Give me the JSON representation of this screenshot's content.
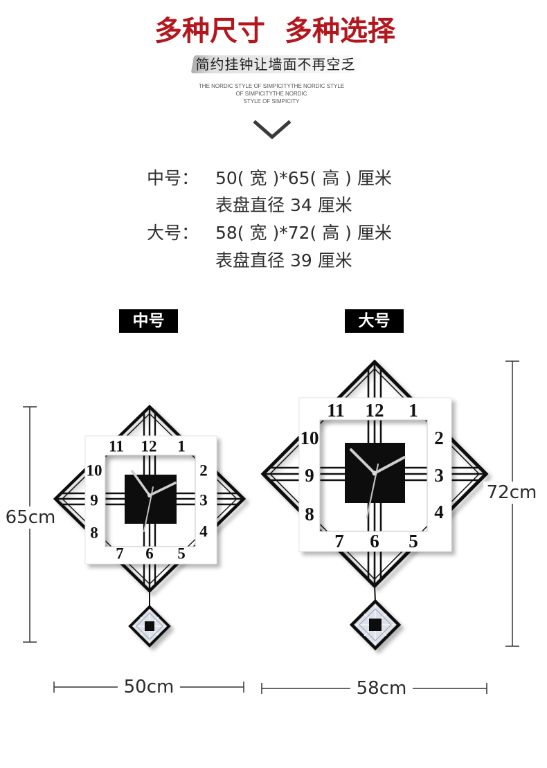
{
  "colors": {
    "title_red": "#b3161c",
    "text_dark": "#2e2e2e",
    "tag_bg": "#000000",
    "tag_text": "#ffffff"
  },
  "header": {
    "title_part1": "多种尺寸",
    "title_part2": "多种选择",
    "subtitle": "简约挂钟让墙面不再空乏",
    "english_lines": [
      "THE NORDIC STYLE OF SIMPICITYTHE NORDIC STYLE",
      "OF SIMPICITYTHE NORDIC",
      "STYLE OF SIMPICITY"
    ],
    "scroll_icon": "chevron-down-icon"
  },
  "specs": [
    {
      "label": "中号：",
      "size": "50( 宽 )*65( 高 ) 厘米",
      "dial": "表盘直径 34 厘米"
    },
    {
      "label": "大号：",
      "size": "58( 宽 )*72( 高 ) 厘米",
      "dial": "表盘直径 39 厘米"
    }
  ],
  "clocks": [
    {
      "tag": "中号",
      "height_label": "65cm",
      "width_label": "50cm",
      "numerals": [
        "12",
        "1",
        "2",
        "3",
        "4",
        "5",
        "6",
        "7",
        "8",
        "9",
        "10",
        "11"
      ]
    },
    {
      "tag": "大号",
      "height_label": "72cm",
      "width_label": "58cm",
      "numerals": [
        "12",
        "1",
        "2",
        "3",
        "4",
        "5",
        "6",
        "7",
        "8",
        "9",
        "10",
        "11"
      ]
    }
  ]
}
